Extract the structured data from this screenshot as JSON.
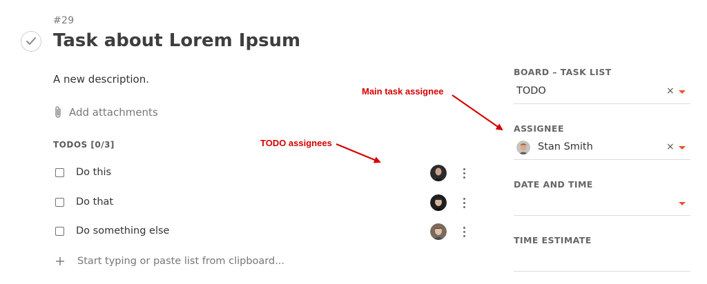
{
  "task": {
    "number": "#29",
    "title": "Task about Lorem Ipsum",
    "description": "A new description."
  },
  "attachments": {
    "label": "Add attachments",
    "icon": "paperclip-icon"
  },
  "todos": {
    "header": "TODOS [0/3]",
    "items": [
      {
        "text": "Do this",
        "checked": false
      },
      {
        "text": "Do that",
        "checked": false
      },
      {
        "text": "Do something else",
        "checked": false
      }
    ],
    "new_placeholder": "Start typing or paste list from clipboard..."
  },
  "panel": {
    "board_label": "BOARD – TASK LIST",
    "board_value": "TODO",
    "assignee_label": "ASSIGNEE",
    "assignee_value": "Stan Smith",
    "date_label": "DATE AND TIME",
    "estimate_label": "TIME ESTIMATE",
    "clear_glyph": "×"
  },
  "annotations": {
    "main_assignee": "Main task assignee",
    "todo_assignees": "TODO assignees"
  },
  "colors": {
    "accent": "#e8542d",
    "annotation": "#d40000"
  }
}
